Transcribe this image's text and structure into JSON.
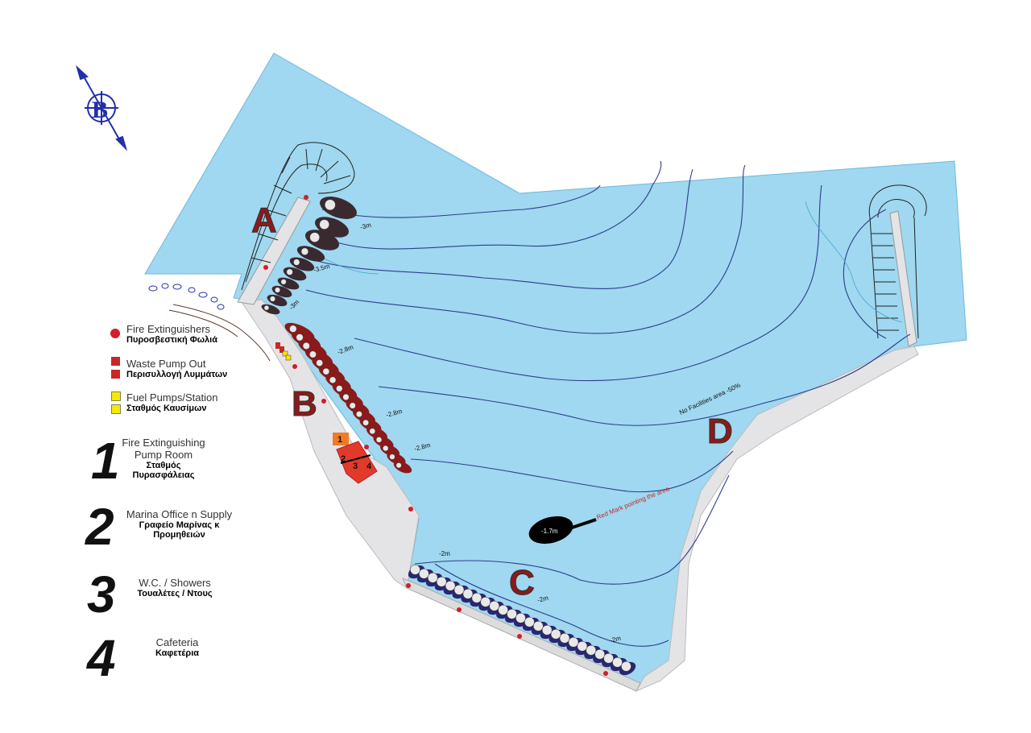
{
  "zones": {
    "a": "A",
    "b": "B",
    "c": "C",
    "d": "D"
  },
  "depths": {
    "d1": "-3m",
    "d2": "-3.5m",
    "d3": "-3m",
    "d4": "-2.8m",
    "d5": "-2.8m",
    "d6": "-2.8m",
    "d7": "-2m",
    "d8": "-2m",
    "d9": "-2m",
    "d10": "-1.7m"
  },
  "notes": {
    "no_facilities": "No Facilities area -50%",
    "red_mark": "Red Mark pointing the area"
  },
  "legend": {
    "fire_en": "Fire Extinguishers",
    "fire_gr": "Πυροσβεστική Φωλιά",
    "waste_en": "Waste Pump Out",
    "waste_gr": "Περισυλλογή Λυμμάτων",
    "fuel_en": "Fuel Pumps/Station",
    "fuel_gr": "Σταθμός Καυσίμων"
  },
  "facilities": [
    {
      "num": "1",
      "en": "Fire Extinguishing Pump Room",
      "gr": "Σταθμός Πυρασφάλειας"
    },
    {
      "num": "2",
      "en": "Marina Office n Supply",
      "gr": "Γραφείο Μαρίνας κ Προμηθειών"
    },
    {
      "num": "3",
      "en": "W.C. / Showers",
      "gr": "Τουαλέτες / Ντους"
    },
    {
      "num": "4",
      "en": "Cafeteria",
      "gr": "Καφετέρια"
    }
  ],
  "building_labels": [
    "1",
    "2",
    "3",
    "4"
  ],
  "colors": {
    "water": "#9fd8f0",
    "land": "#e4e4e6",
    "contour": "#2e3c8c",
    "berth_a": "#3a2a30",
    "berth_b": "#8b1a1a",
    "berth_c": "#2a2670",
    "fire": "#d21d2a",
    "waste": "#c62828",
    "fuel": "#f5e900",
    "zone_letter": "#8b1a1a",
    "compass": "#2230a8"
  },
  "compass_letter": "B"
}
